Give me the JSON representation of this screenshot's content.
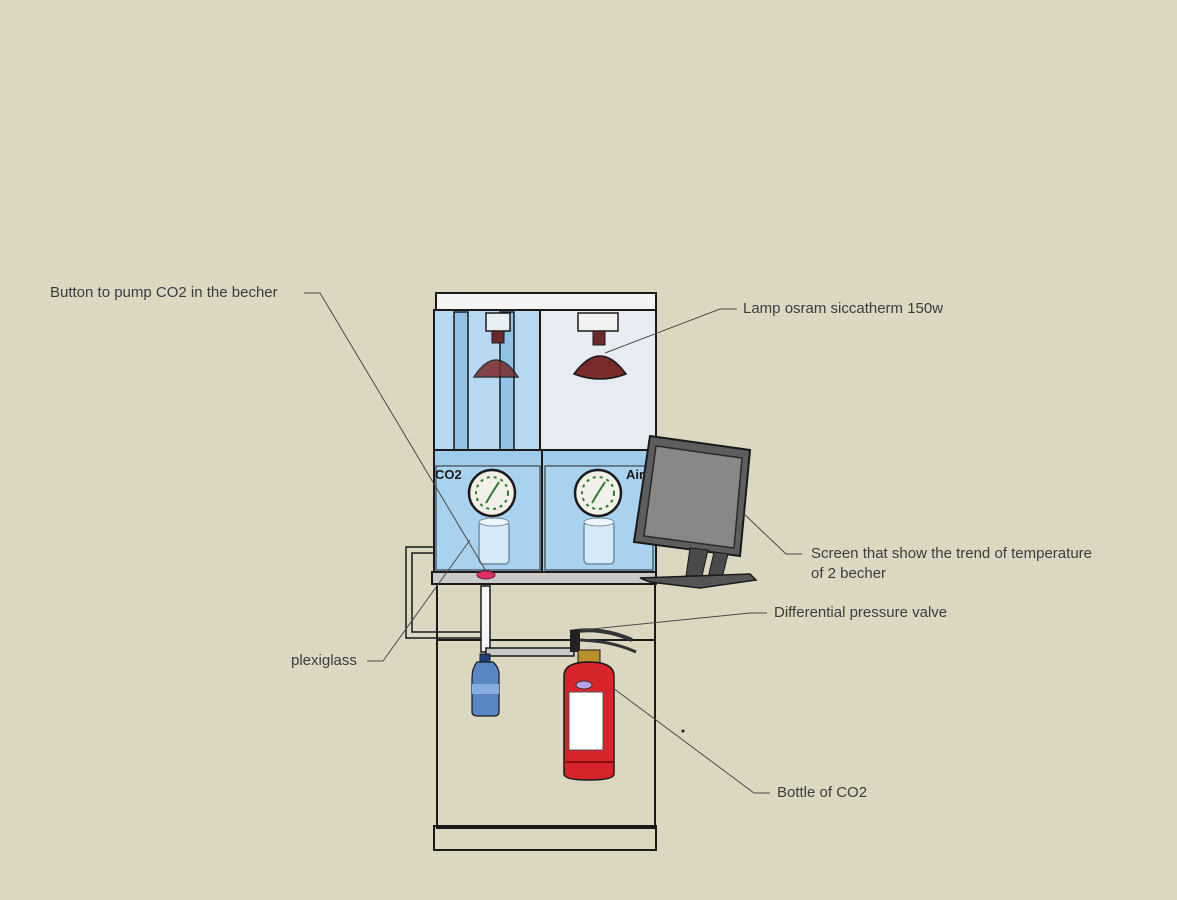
{
  "labels": {
    "button": "Button to pump CO2 in the becher",
    "lamp": "Lamp osram siccatherm 150w",
    "screen_line1": "Screen that show the trend of temperature",
    "screen_line2": "of 2 becher",
    "valve": "Differential pressure valve",
    "plexiglass": "plexiglass",
    "bottle": "Bottle of CO2"
  },
  "box_labels": {
    "left": "CO2",
    "right": "Air"
  },
  "colors": {
    "background": "#dcd7c0",
    "water": "#9ecbea",
    "lamp": "#7a2a2a",
    "extinguisher": "#d8232a",
    "button": "#e0306a"
  }
}
